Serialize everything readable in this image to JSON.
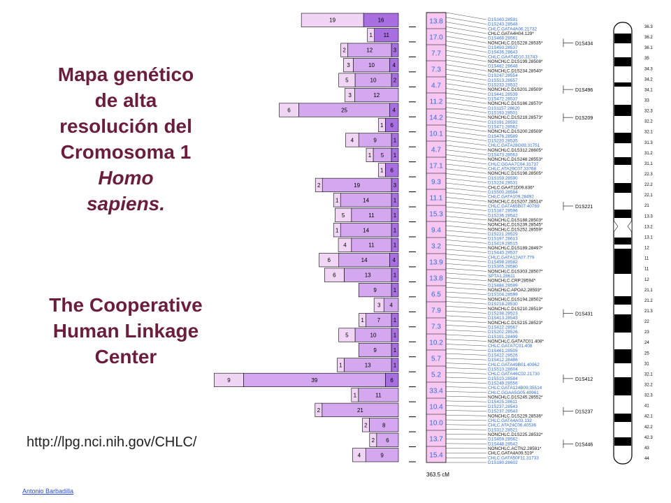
{
  "title": {
    "lines": [
      "Mapa genético",
      "de alta",
      "resolución del",
      "Cromosoma 1"
    ],
    "species_line1": "Homo",
    "species_line2": "sapiens."
  },
  "center": {
    "lines": [
      "The Cooperative",
      "Human Linkage",
      "Center"
    ]
  },
  "url": "http://lpg.nci.nih.gov/CHLC/",
  "credit": "Antonio Barbadilla",
  "scale_label": "363.5 cM",
  "colors": {
    "title": "#6b1d3c",
    "bar_light": "#f0d6f4",
    "bar_mid": "#d3a8ef",
    "bar_dark": "#a86fe0",
    "interval": "#f7c7f2",
    "interval_text": "#2f6de0",
    "marker_blue": "#2f6de0",
    "marker_black": "#111111"
  },
  "histogram": [
    {
      "left": "19",
      "right": "16"
    },
    {
      "left": "1",
      "right": "11"
    },
    {
      "left": "2",
      "mid": "12",
      "right": "3"
    },
    {
      "left": "3",
      "mid": "10",
      "right": "4"
    },
    {
      "left": "5",
      "mid": "10",
      "right": "2"
    },
    {
      "left": "3",
      "mid": "12",
      "right": ""
    },
    {
      "left": "6",
      "mid": "25",
      "right": "4"
    },
    {
      "left": "1",
      "right": "6"
    },
    {
      "left": "4",
      "mid": "9",
      "right": "1"
    },
    {
      "left": "1",
      "mid": "5",
      "right": "1"
    },
    {
      "left": "1",
      "right": "6"
    },
    {
      "left": "2",
      "mid": "19",
      "right": "3"
    },
    {
      "left": "1",
      "mid": "14",
      "right": "1"
    },
    {
      "left": "5",
      "mid": "11",
      "right": "1"
    },
    {
      "left": "1",
      "mid": "14",
      "right": "1"
    },
    {
      "left": "4",
      "mid": "11",
      "right": "1"
    },
    {
      "left": "6",
      "mid": "14",
      "right": "4"
    },
    {
      "left": "6",
      "mid": "13",
      "right": "1"
    },
    {
      "left": "",
      "mid": "9",
      "right": "1"
    },
    {
      "left": "3",
      "mid": "4",
      "right": ""
    },
    {
      "left": "1",
      "mid": "7",
      "right": "1"
    },
    {
      "left": "5",
      "mid": "10",
      "right": "1"
    },
    {
      "left": "",
      "mid": "9",
      "right": "1"
    },
    {
      "left": "1",
      "mid": "13",
      "right": "1"
    },
    {
      "left": "9",
      "mid": "39",
      "right": "6"
    },
    {
      "left": "1",
      "mid": "11",
      "right": ""
    },
    {
      "left": "2",
      "mid": "21",
      "right": ""
    },
    {
      "left": "2",
      "mid": "8",
      "right": ""
    },
    {
      "left": "2",
      "mid": "6",
      "right": ""
    },
    {
      "left": "4",
      "mid": "9",
      "right": ""
    }
  ],
  "intervals": [
    "13.8",
    "17.0",
    "7.7",
    "7.3",
    "4.7",
    "11.2",
    "14.2",
    "10.1",
    "4.7",
    "17.1",
    "9.3",
    "11.1",
    "15.3",
    "9.4",
    "3.2",
    "13.9",
    "13.8",
    "6.5",
    "7.9",
    "7.3",
    "10.2",
    "5.7",
    "5.2",
    "33.4",
    "10.4",
    "10.0",
    "13.7",
    "15.4"
  ],
  "markers": [
    {
      "t": "D1S160.28591",
      "k": "b"
    },
    {
      "t": "D1S243.28548",
      "k": "b"
    },
    {
      "t": "CHLC.GATA4A06.21732",
      "k": "b"
    },
    {
      "t": "CHLC.GATA4H04.129*",
      "k": "k"
    },
    {
      "t": "D1S468.28561",
      "k": "b"
    },
    {
      "t": "NONCHLC.D1S228.28535*",
      "k": "k"
    },
    {
      "t": "D1S450.28537",
      "k": "b"
    },
    {
      "t": "D1S436.28643",
      "k": "b"
    },
    {
      "t": "CHLC.GAAT4D10.31743",
      "k": "b"
    },
    {
      "t": "NONCHLC.D1S199.28508*",
      "k": "k"
    },
    {
      "t": "D1S482.28648",
      "k": "b"
    },
    {
      "t": "NONCHLC.D1S234.28540*",
      "k": "k"
    },
    {
      "t": "D1S247.28554",
      "k": "b"
    },
    {
      "t": "D1S513.28557",
      "k": "b"
    },
    {
      "t": "D1S233.28532",
      "k": "b"
    },
    {
      "t": "NONCHLC.D1S201.28509*",
      "k": "k"
    },
    {
      "t": "D1S441.28539",
      "k": "b"
    },
    {
      "t": "D1S472.28537",
      "k": "b"
    },
    {
      "t": "NONCHLC.D1S186.28570*",
      "k": "k"
    },
    {
      "t": "D1S1157.28620",
      "k": "b"
    },
    {
      "t": "D1S193.28501",
      "k": "b"
    },
    {
      "t": "NONCHLC.D1S219.28573*",
      "k": "k"
    },
    {
      "t": "D1S191.28592",
      "k": "b"
    },
    {
      "t": "D1S471.28562",
      "k": "b"
    },
    {
      "t": "NONCHLC.D1S200.28509*",
      "k": "k"
    },
    {
      "t": "D1S476.28589",
      "k": "b"
    },
    {
      "t": "D1S220.28535",
      "k": "b"
    },
    {
      "t": "CHLC.GATA28G09.31751",
      "k": "b"
    },
    {
      "t": "NONCHLC.D1S312.28605*",
      "k": "k"
    },
    {
      "t": "D1S473.28563",
      "k": "b"
    },
    {
      "t": "NONCHLC.D1S248.28553*",
      "k": "k"
    },
    {
      "t": "CHLC.GGAA7C04.31737",
      "k": "b"
    },
    {
      "t": "CHLC.ATA29C07.33768",
      "k": "b"
    },
    {
      "t": "NONCHLC.D1S198.28505*",
      "k": "k"
    },
    {
      "t": "D1S159.28590",
      "k": "b"
    },
    {
      "t": "D1S224.28531",
      "k": "b"
    },
    {
      "t": "CHLC.GAAT1D09.836*",
      "k": "k"
    },
    {
      "t": "D1S500.28584",
      "k": "b"
    },
    {
      "t": "CHLC.GATA109.28492",
      "k": "b"
    },
    {
      "t": "NONCHLC.D1S207.28514*",
      "k": "k"
    },
    {
      "t": "CHLC.GATA65B07.40769",
      "k": "b"
    },
    {
      "t": "D1S187.28596",
      "k": "b"
    },
    {
      "t": "D1S236.28542",
      "k": "b"
    },
    {
      "t": "NONCHLC.D1S188.28503*",
      "k": "k"
    },
    {
      "t": "NONCHLC.D1S239.28545*",
      "k": "k"
    },
    {
      "t": "NONCHLC.D1S252.28559*",
      "k": "k"
    },
    {
      "t": "D1S221.28529",
      "k": "b"
    },
    {
      "t": "D1S197.28613",
      "k": "b"
    },
    {
      "t": "D1S419.28515",
      "k": "b"
    },
    {
      "t": "NONCHLC.D1S189.28497*",
      "k": "k"
    },
    {
      "t": "D1S440.28537",
      "k": "b"
    },
    {
      "t": "CHLC.GATA12A07.779",
      "k": "b"
    },
    {
      "t": "D1S498.28582",
      "k": "b"
    },
    {
      "t": "D1S305.28580",
      "k": "b"
    },
    {
      "t": "NONCHLC.D1S303.28507*",
      "k": "k"
    },
    {
      "t": "SPTA1.28611",
      "k": "b"
    },
    {
      "t": "NONCHLC.CRP.28594*",
      "k": "k"
    },
    {
      "t": "D1S484.28599",
      "k": "b"
    },
    {
      "t": "NONCHLC.APOA2.28593*",
      "k": "k"
    },
    {
      "t": "D1S104.28599",
      "k": "b"
    },
    {
      "t": "NONCHLC.D1S194.28502*",
      "k": "k"
    },
    {
      "t": "D1S218.28530",
      "k": "b"
    },
    {
      "t": "NONCHLC.D1S210.28519*",
      "k": "k"
    },
    {
      "t": "D1S238.28523",
      "k": "b"
    },
    {
      "t": "D1S413.28543",
      "k": "b"
    },
    {
      "t": "NONCHLC.D1S215.28523*",
      "k": "k"
    },
    {
      "t": "D1S422.28567",
      "k": "b"
    },
    {
      "t": "D1S202.28526",
      "k": "b"
    },
    {
      "t": "D1S191.28499",
      "k": "b"
    },
    {
      "t": "NONCHLC.GATA7C01.408*",
      "k": "k"
    },
    {
      "t": "CHLC.GATA7C01.408",
      "k": "b"
    },
    {
      "t": "D1S461.28505",
      "k": "b"
    },
    {
      "t": "D1S422.28526",
      "k": "b"
    },
    {
      "t": "D1S412.28486",
      "k": "b"
    },
    {
      "t": "CHLC.GATA49B01.40962",
      "k": "b"
    },
    {
      "t": "D1S510.28604",
      "k": "b"
    },
    {
      "t": "CHLC.GATA46C02.21730",
      "k": "b"
    },
    {
      "t": "D1S510.28584",
      "k": "b"
    },
    {
      "t": "D1S249.28556",
      "k": "b"
    },
    {
      "t": "CHLC.GATA124B09.35514",
      "k": "b"
    },
    {
      "t": "CHLC.GGAA5G05.40961",
      "k": "b"
    },
    {
      "t": "NONCHLC.D1S245.28552*",
      "k": "k"
    },
    {
      "t": "D1S425.28611",
      "k": "b"
    },
    {
      "t": "D1S237.28543",
      "k": "b"
    },
    {
      "t": "D1S237.28543",
      "k": "b"
    },
    {
      "t": "NONCHLC.D1S229.28536*",
      "k": "k"
    },
    {
      "t": "CHLC.GATA4A03.132",
      "k": "b"
    },
    {
      "t": "CHLC.ATA24C06.40536",
      "k": "b"
    },
    {
      "t": "D1S312.28521",
      "k": "b"
    },
    {
      "t": "NONCHLC.D1S225.28532*",
      "k": "k"
    },
    {
      "t": "D1S459.28562",
      "k": "b"
    },
    {
      "t": "D1S448.28542",
      "k": "b"
    },
    {
      "t": "NONCHLC.ACTN2.28591*",
      "k": "k"
    },
    {
      "t": "CHLC.GATA4A09.519*",
      "k": "k"
    },
    {
      "t": "CHLC.GATA50F11.31733",
      "k": "b"
    },
    {
      "t": "D1S180.28602",
      "k": "b"
    }
  ],
  "group_labels": [
    {
      "t": "D1S434",
      "row": 5
    },
    {
      "t": "D1S496",
      "row": 15
    },
    {
      "t": "D1S209",
      "row": 21
    },
    {
      "t": "D1S221",
      "row": 40
    },
    {
      "t": "D1S431",
      "row": 63
    },
    {
      "t": "D1S412",
      "row": 77
    },
    {
      "t": "D1S237",
      "row": 84
    },
    {
      "t": "D1S446",
      "row": 91
    }
  ],
  "bands": [
    "36.3",
    "36.2",
    "36.1",
    "35",
    "34.3",
    "34.2",
    "34.1",
    "33",
    "32.3",
    "32.2",
    "32.1",
    "31.3",
    "31.2",
    "31.1",
    "22.3",
    "22.2",
    "22.1",
    "21",
    "13.3",
    "13.2",
    "13.1",
    "12",
    "11",
    "11",
    "12",
    "21.1",
    "21.2",
    "21.3",
    "22",
    "23",
    "24",
    "25",
    "31",
    "32.1",
    "32.2",
    "32.3",
    "41",
    "42.1",
    "42.2",
    "42.3",
    "43",
    "44"
  ]
}
